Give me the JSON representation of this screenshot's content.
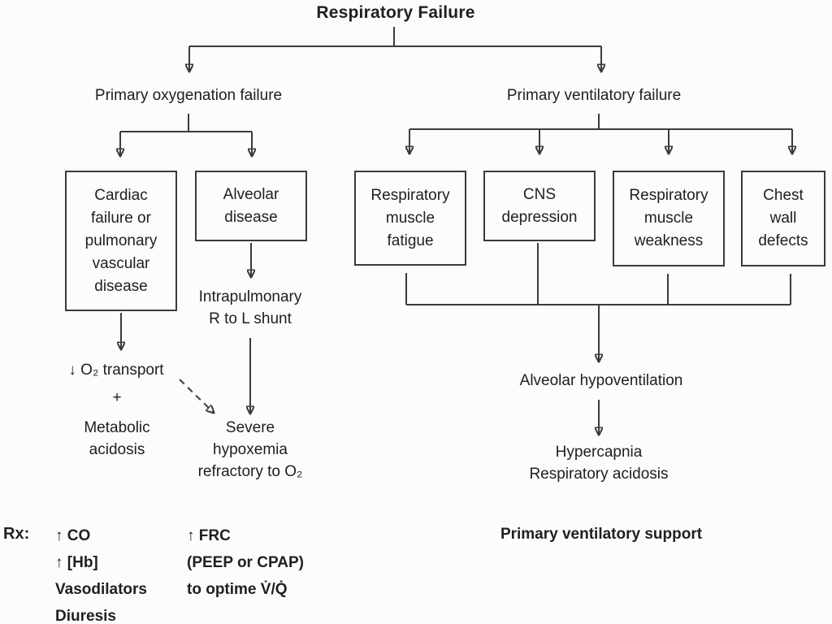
{
  "title": "Respiratory Failure",
  "left_branch": {
    "label": "Primary oxygenation failure",
    "box_cardiac": "Cardiac\nfailure or\npulmonary\nvascular\ndisease",
    "box_alveolar": "Alveolar\ndisease",
    "intrapulmonary": "Intrapulmonary\nR to L shunt",
    "o2_transport": "↓ O₂ transport",
    "plus": "+",
    "metabolic": "Metabolic\nacidosis",
    "severe": "Severe\nhypoxemia\nrefractory to O₂"
  },
  "right_branch": {
    "label": "Primary ventilatory failure",
    "box_fatigue": "Respiratory\nmuscle\nfatigue",
    "box_cns": "CNS\ndepression",
    "box_weakness": "Respiratory\nmuscle\nweakness",
    "box_chest": "Chest\nwall\ndefects",
    "alveolar_hypoventilation": "Alveolar hypoventilation",
    "hypercapnia": "Hypercapnia\nRespiratory acidosis",
    "support": "Primary ventilatory support"
  },
  "rx": {
    "label": "Rx:",
    "oxygenation_treatments": "↑ CO\n↑ [Hb]\nVasodilators\nDiuresis",
    "ventilatory_treatments": "↑ FRC\n(PEEP or CPAP)\nto optime V̇/Q̇"
  },
  "colors": {
    "line": "#3b3b3b",
    "text": "#202020",
    "background": "#fcfcfc"
  }
}
